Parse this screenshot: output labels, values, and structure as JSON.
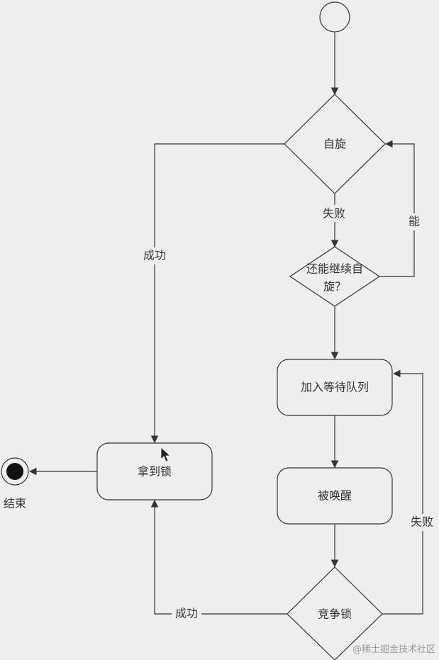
{
  "diagram": {
    "nodes": {
      "spin": {
        "label": "自旋"
      },
      "can_spin": {
        "label_line1": "还能继续自",
        "label_line2": "旋？"
      },
      "enqueue": {
        "label": "加入等待队列"
      },
      "woken": {
        "label": "被唤醒"
      },
      "compete": {
        "label": "竞争锁"
      },
      "got_lock": {
        "label": "拿到锁"
      },
      "end": {
        "label": "结束"
      }
    },
    "edges": {
      "spin_fail": "失败",
      "spin_success": "成功",
      "can_spin_yes": "能",
      "compete_fail": "失败",
      "compete_success": "成功"
    }
  },
  "watermark": "@稀土掘金技术社区"
}
